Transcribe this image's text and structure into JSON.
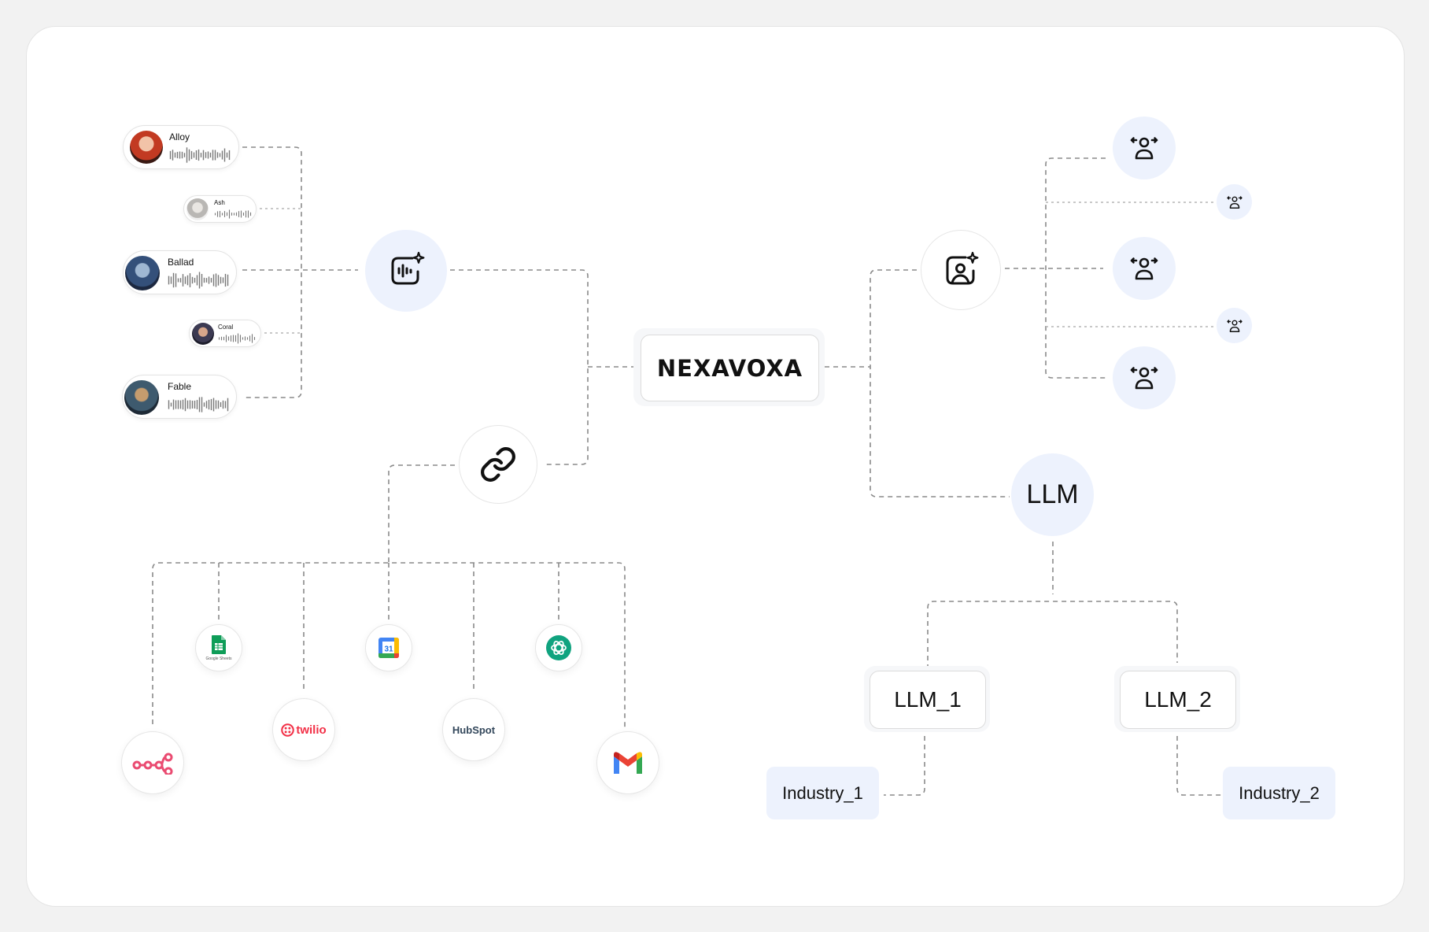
{
  "voices": [
    {
      "name": "Alloy"
    },
    {
      "name": "Ash"
    },
    {
      "name": "Ballad"
    },
    {
      "name": "Coral"
    },
    {
      "name": "Fable"
    }
  ],
  "brand": {
    "name": "NEXAVOXA"
  },
  "llm": {
    "root": "LLM",
    "children": [
      "LLM_1",
      "LLM_2"
    ],
    "industries": [
      "Industry_1",
      "Industry_2"
    ]
  },
  "integrations": {
    "google_sheets_caption": "Google Sheets",
    "calendar_day": "31",
    "twilio": "twilio",
    "hubspot": "HubSpot"
  },
  "colors": {
    "accent_bg": "#edf2fd",
    "line": "#8a8a8a",
    "n8n": "#ea4b71",
    "twilio": "#f22f46",
    "hubspot": "#ff7a59",
    "openai": "#10a37f",
    "sheets": "#0f9d58"
  },
  "icons": {
    "voice_ai": "audio-sparkle-icon",
    "agent_ai": "user-sparkle-icon",
    "link": "link-icon",
    "transfer": "user-transfer-icon"
  }
}
